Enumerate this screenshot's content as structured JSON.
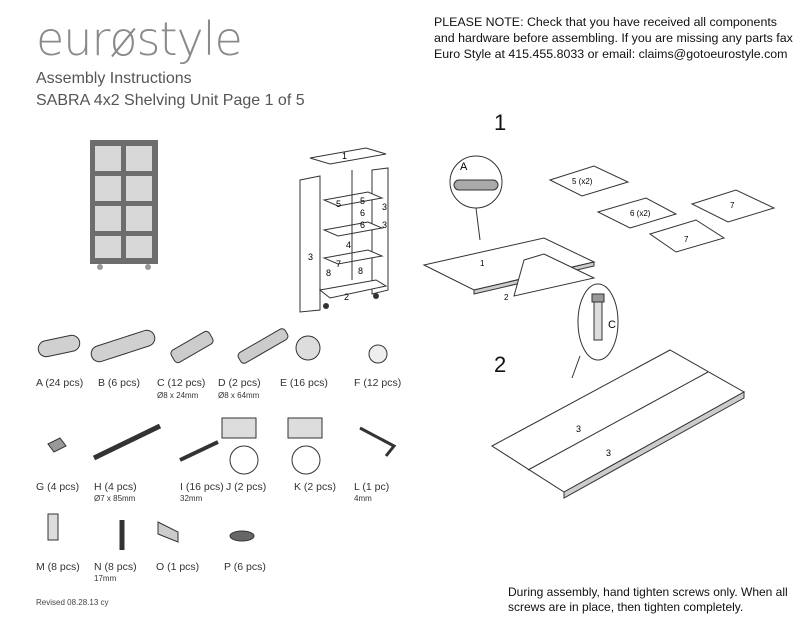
{
  "header": {
    "logo": "eurøstyle",
    "assembly": "Assembly Instructions",
    "product": "SABRA 4x2 Shelving Unit Page 1 of 5"
  },
  "note": "PLEASE NOTE: Check that you have received all components and hardware before assembling.  If you are missing any parts fax Euro Style at 415.455.8033 or email: claims@gotoeurostyle.com",
  "bottom_note": "During assembly, hand tighten screws only. When all screws are in place, then tighten completely.",
  "revised": "Revised 08.28.13 cy",
  "steps": {
    "one": "1",
    "two": "2"
  },
  "parts": [
    {
      "label": "A (24 pcs)",
      "sub": ""
    },
    {
      "label": "B (6 pcs)",
      "sub": ""
    },
    {
      "label": "C (12 pcs)",
      "sub": "Ø8 x 24mm"
    },
    {
      "label": "D (2 pcs)",
      "sub": "Ø8 x 64mm"
    },
    {
      "label": "E (16 pcs)",
      "sub": ""
    },
    {
      "label": "F (12 pcs)",
      "sub": ""
    },
    {
      "label": "G (4 pcs)",
      "sub": ""
    },
    {
      "label": "H (4 pcs)",
      "sub": "Ø7 x 85mm"
    },
    {
      "label": "I (16 pcs)",
      "sub": "32mm"
    },
    {
      "label": "J (2 pcs)",
      "sub": ""
    },
    {
      "label": "K (2 pcs)",
      "sub": ""
    },
    {
      "label": "L (1 pc)",
      "sub": "4mm"
    },
    {
      "label": "M (8 pcs)",
      "sub": ""
    },
    {
      "label": "N (8 pcs)",
      "sub": "17mm"
    },
    {
      "label": "O (1 pcs)",
      "sub": ""
    },
    {
      "label": "P (6 pcs)",
      "sub": ""
    }
  ],
  "exploded_labels": [
    "1",
    "5",
    "6",
    "3",
    "4",
    "3",
    "7",
    "8",
    "8",
    "2",
    "5",
    "6",
    "3"
  ],
  "step1_panels": {
    "p1": "1",
    "p2": "2",
    "p5": "5 (x2)",
    "p6": "6 (x2)",
    "p7a": "7",
    "p7b": "7"
  },
  "step1_callouts": {
    "a": "A",
    "c": "C"
  },
  "step2_panel": {
    "p3a": "3",
    "p3b": "3"
  }
}
